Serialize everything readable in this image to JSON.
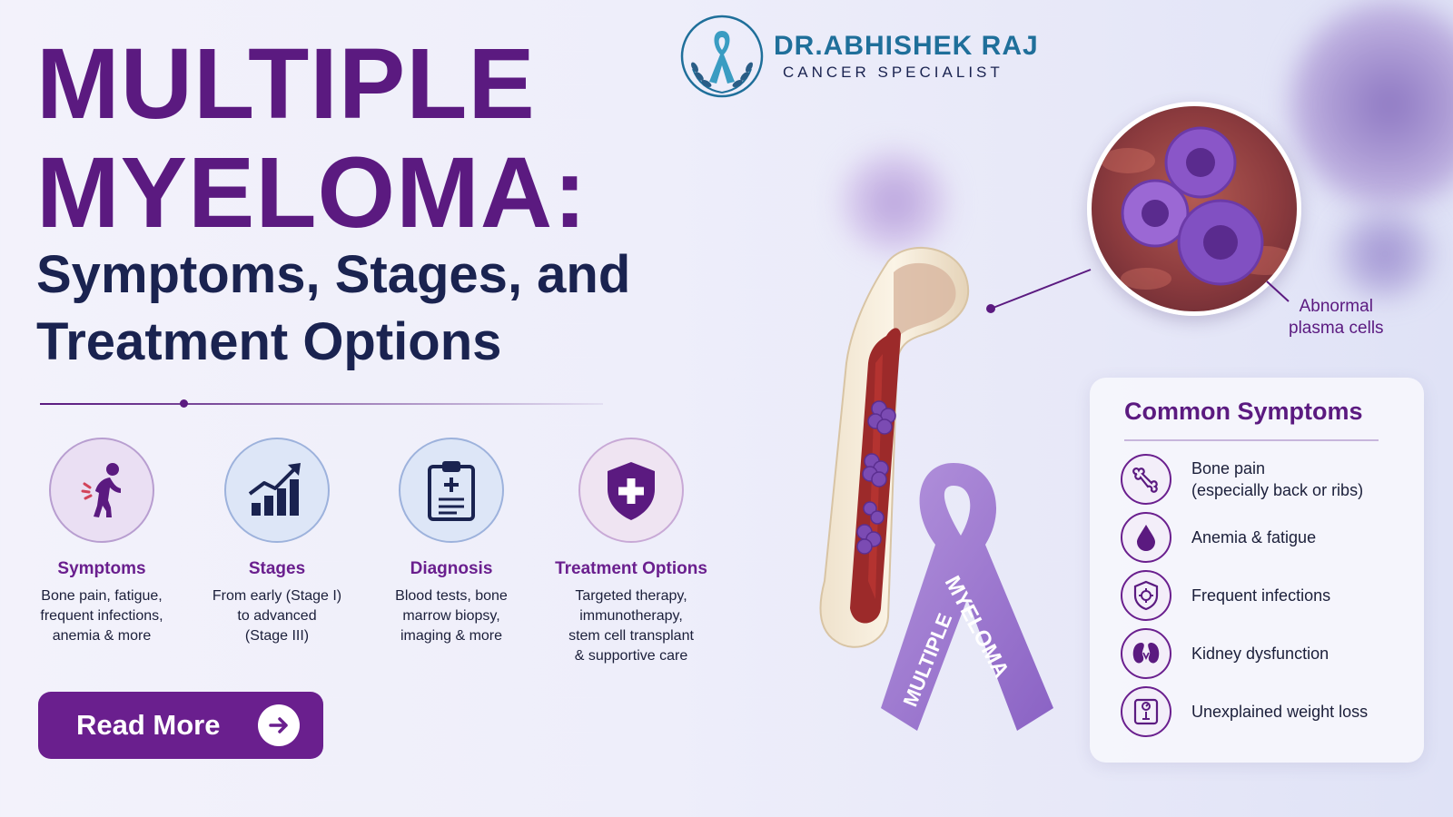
{
  "logo": {
    "name": "DR.ABHISHEK RAJ",
    "role": "CANCER SPECIALIST",
    "emblem_icon": "awareness-ribbon-laurel-icon"
  },
  "title": {
    "line1": "MULTIPLE",
    "line2": "MYELOMA:",
    "sub1": "Symptoms, Stages, and",
    "sub2": "Treatment Options"
  },
  "features": [
    {
      "title": "Symptoms",
      "desc": [
        "Bone pain, fatigue,",
        "frequent infections,",
        "anemia & more"
      ],
      "icon": "back-pain-person-icon"
    },
    {
      "title": "Stages",
      "desc": [
        "From early (Stage I)",
        "to advanced",
        "(Stage III)"
      ],
      "icon": "bar-chart-growth-icon"
    },
    {
      "title": "Diagnosis",
      "desc": [
        "Blood tests, bone",
        "marrow biopsy,",
        "imaging & more"
      ],
      "icon": "clipboard-medical-icon"
    },
    {
      "title": "Treatment Options",
      "desc": [
        "Targeted therapy,",
        "immunotherapy,",
        "stem cell transplant",
        "& supportive care"
      ],
      "icon": "shield-cross-icon"
    }
  ],
  "cta": {
    "label": "Read More",
    "icon": "arrow-right-icon"
  },
  "illustration": {
    "ribbon_text_left": "MULTIPLE",
    "ribbon_text_right": "MYELOMA",
    "cell_label_line1": "Abnormal",
    "cell_label_line2": "plasma cells"
  },
  "symptoms_panel": {
    "title": "Common Symptoms",
    "items": [
      {
        "text_line1": "Bone pain",
        "text_line2": "(especially back or ribs)",
        "icon": "bone-icon"
      },
      {
        "text_line1": "Anemia & fatigue",
        "text_line2": "",
        "icon": "blood-drop-icon"
      },
      {
        "text_line1": "Frequent infections",
        "text_line2": "",
        "icon": "virus-shield-icon"
      },
      {
        "text_line1": "Kidney dysfunction",
        "text_line2": "",
        "icon": "kidneys-icon"
      },
      {
        "text_line1": "Unexplained weight loss",
        "text_line2": "",
        "icon": "weight-scale-icon"
      }
    ]
  },
  "colors": {
    "brand_purple": "#5b1a80",
    "navy": "#1a2350",
    "logo_teal": "#1f6f9a",
    "button": "#6a1f8e"
  }
}
